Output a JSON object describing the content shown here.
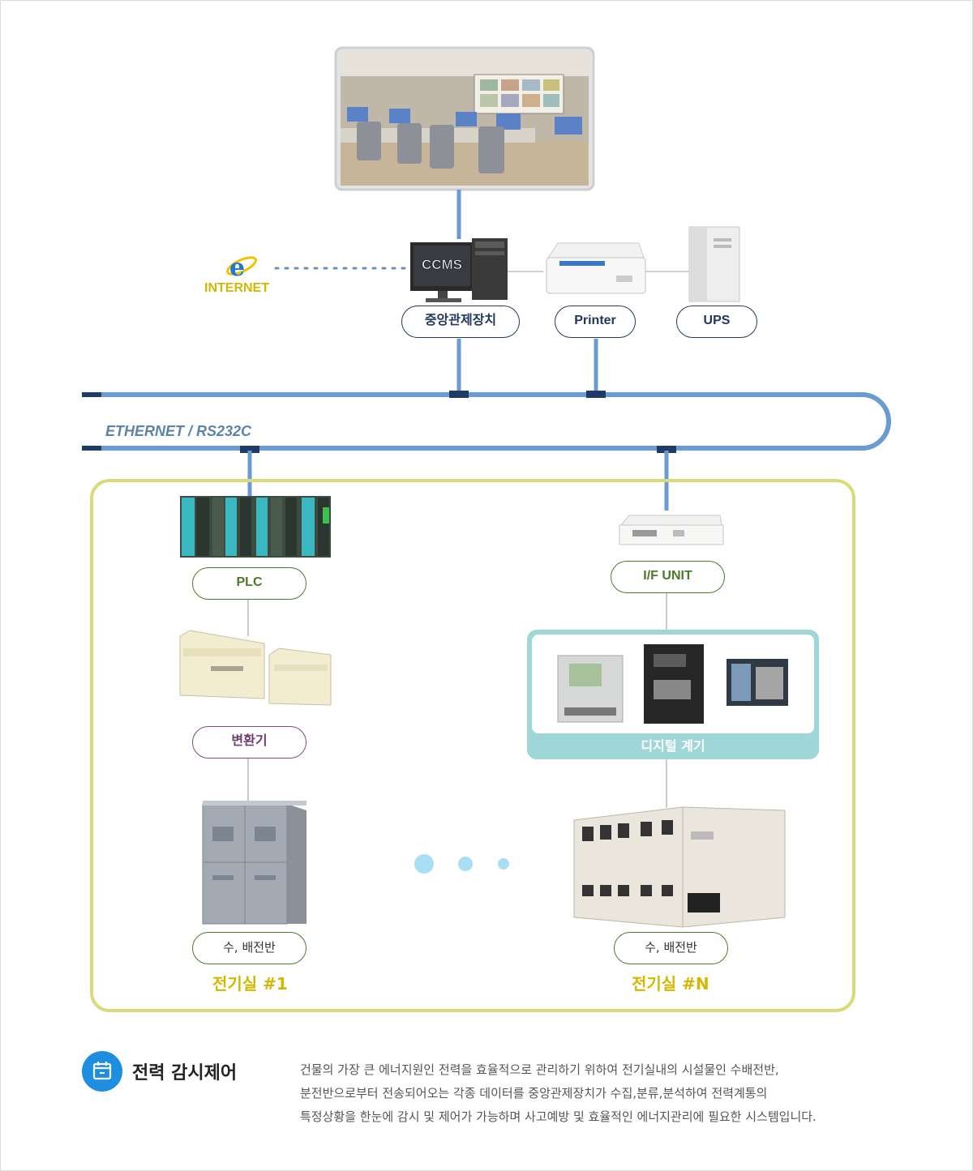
{
  "top_devices": {
    "ccms_screen_text": "CCMS",
    "central_unit_label": "중앙관제장치",
    "printer_label": "Printer",
    "ups_label": "UPS",
    "internet_label": "INTERNET"
  },
  "network": {
    "bus_label": "ETHERNET / RS232C"
  },
  "room_1": {
    "plc_label": "PLC",
    "converter_label": "변환기",
    "switchgear_label": "수, 배전반",
    "room_label": "전기실 #1"
  },
  "room_n": {
    "if_unit_label": "I/F UNIT",
    "digital_meter_label": "디지털 계기",
    "switchgear_label": "수, 배전반",
    "room_label": "전기실 #N"
  },
  "footer": {
    "title": "전력 감시제어",
    "description_lines": [
      "건물의 가장 큰 에너지원인 전력을 효율적으로 관리하기 위하여 전기실내의 시설물인 수배전반,",
      "분전반으로부터 전송되어오는 각종 데이터를 중앙관제장치가 수집,분류,분석하여 전력계통의",
      "특정상황을 한눈에 감시 및 제어가 가능하며 사고예방 및 효율적인 에너지관리에 필요한 시스템입니다."
    ]
  },
  "colors": {
    "bus_blue": "#6a9bd1",
    "bus_dark": "#1f3b66",
    "room_border": "#d9db7a",
    "room_label": "#d4b700",
    "meter_panel": "#9fd6d7",
    "footer_icon": "#1e8fe0"
  }
}
